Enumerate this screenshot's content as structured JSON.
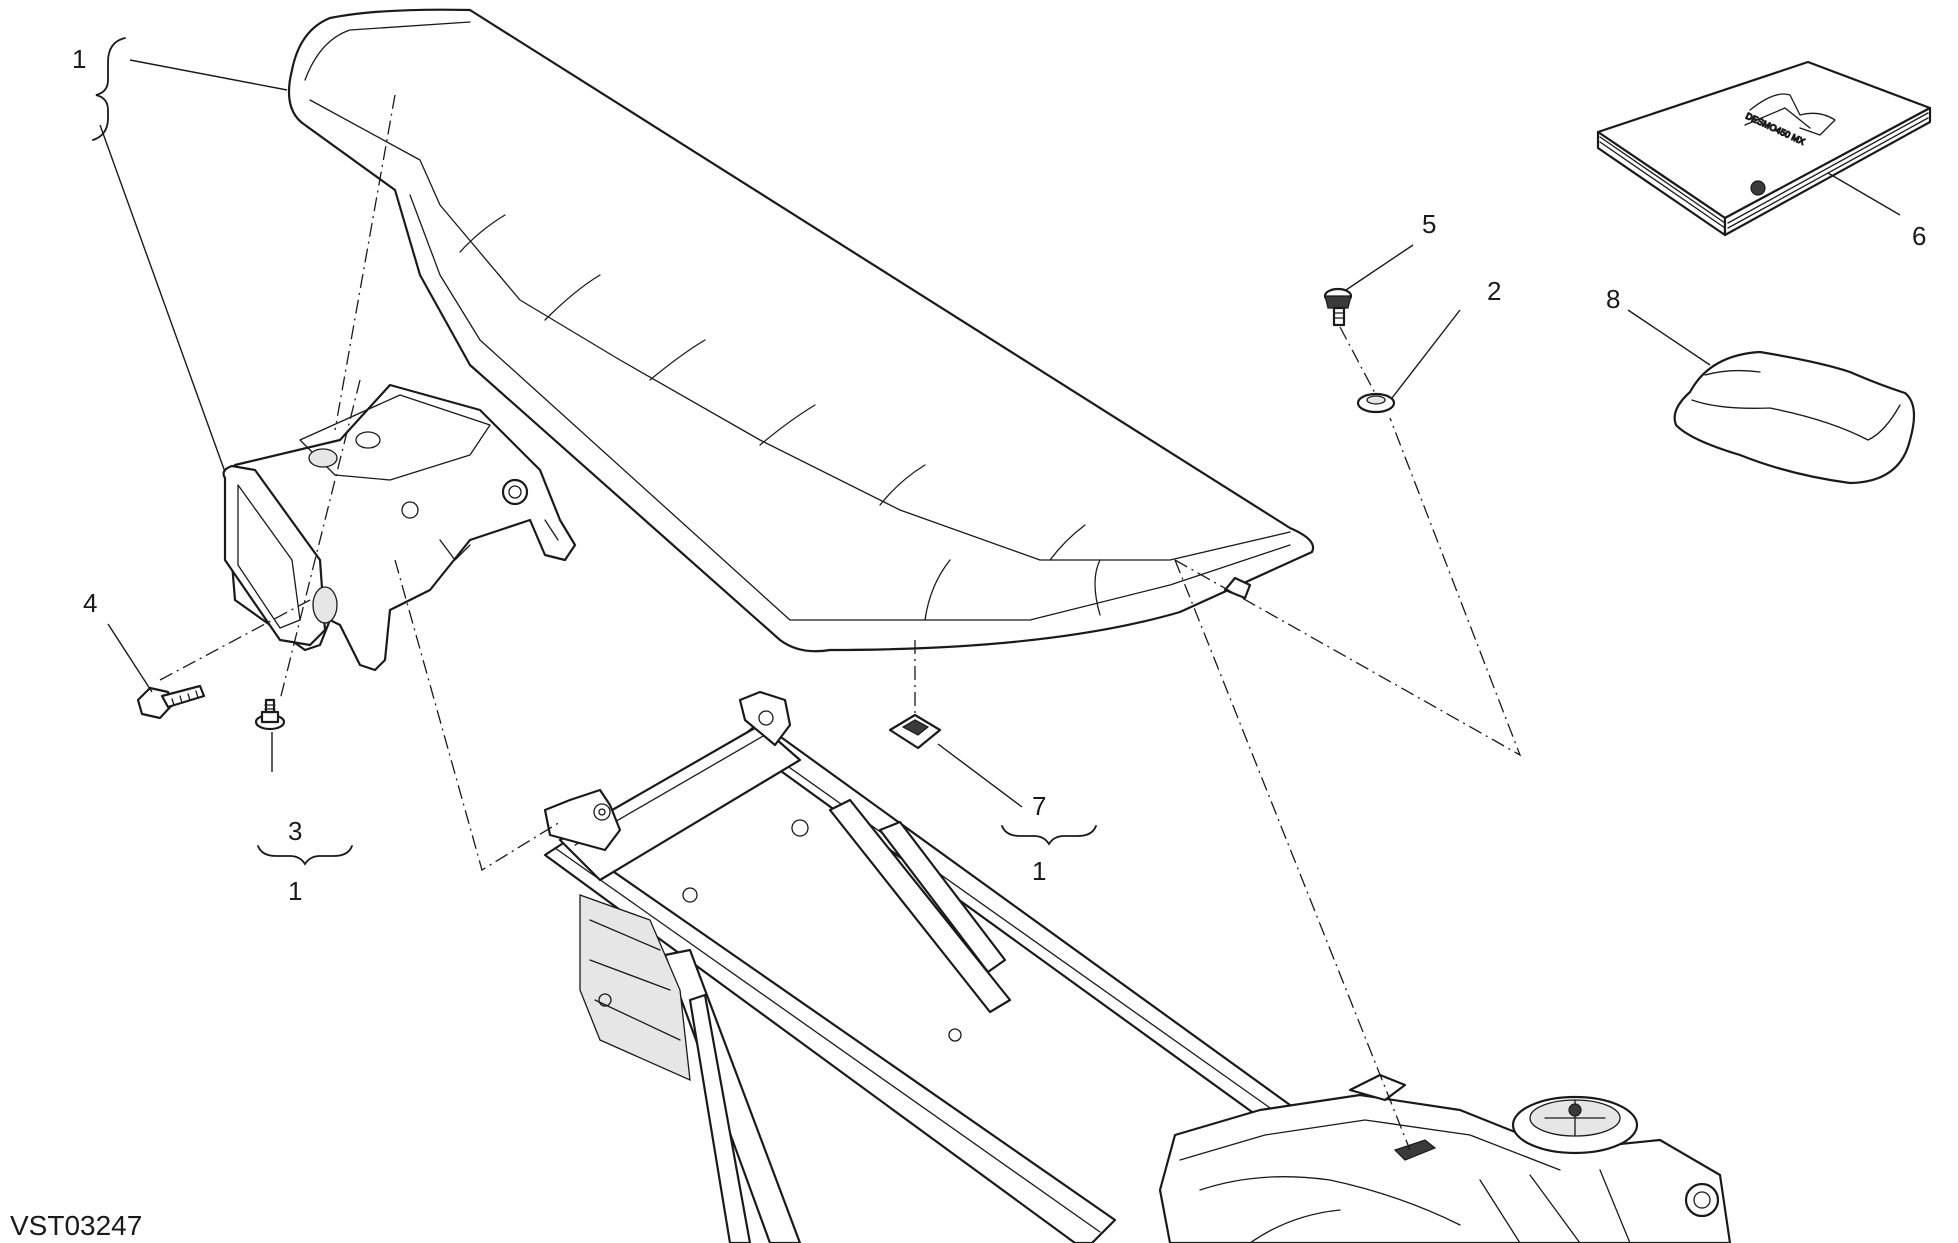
{
  "diagram": {
    "drawing_code": "VST03247",
    "callouts": [
      {
        "id": "c1-top",
        "label": "1"
      },
      {
        "id": "c2",
        "label": "2"
      },
      {
        "id": "c3",
        "label": "3"
      },
      {
        "id": "c3-group",
        "label": "1"
      },
      {
        "id": "c4",
        "label": "4"
      },
      {
        "id": "c5",
        "label": "5"
      },
      {
        "id": "c6",
        "label": "6"
      },
      {
        "id": "c7",
        "label": "7"
      },
      {
        "id": "c7-group",
        "label": "1"
      },
      {
        "id": "c8",
        "label": "8"
      }
    ],
    "manual_cover": {
      "model_text": "DESMO450 MX"
    }
  }
}
